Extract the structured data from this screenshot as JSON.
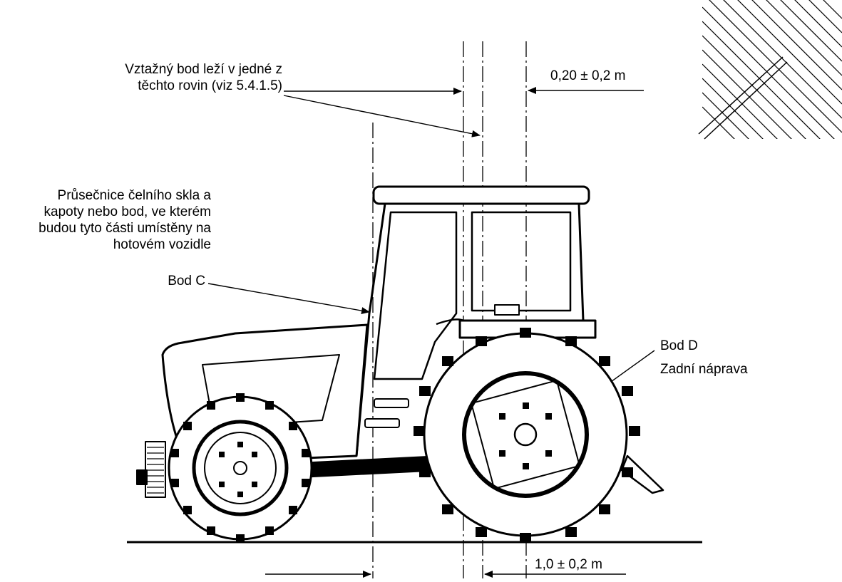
{
  "labels": {
    "reference_point": [
      "Vztažný bod leží v jedné z",
      "těchto rovin (viz 5.4.1.5)"
    ],
    "offset_top": "0,20 ± 0,2 m",
    "windscreen_line": [
      "Průsečnice čelního skla a",
      "kapoty nebo bod, ve kterém",
      "budou tyto části umístěny na",
      "hotovém vozidle"
    ],
    "point_c": "Bod C",
    "point_d": "Bod D",
    "rear_axle": "Zadní náprava",
    "offset_bottom": "1,0 ± 0,2 m"
  }
}
